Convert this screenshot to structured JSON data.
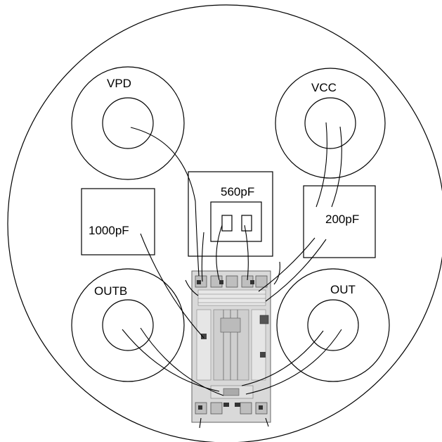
{
  "labels": {
    "vpd": "VPD",
    "vcc": "VCC",
    "outb": "OUTB",
    "out": "OUT",
    "cap_1000": "1000pF",
    "cap_560": "560pF",
    "cap_200": "200pF"
  },
  "colors": {
    "stroke": "#000000",
    "chip_fill": "#d9d9d9",
    "chip_dark": "#555555",
    "background": "#ffffff"
  }
}
